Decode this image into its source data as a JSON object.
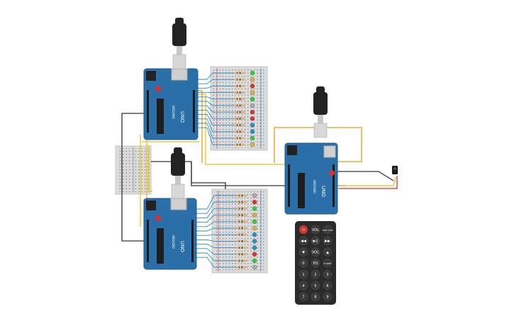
{
  "colors": {
    "board": "#2a6fa8",
    "board_dark": "#1f5a8c",
    "breadboard": "#dcdcdc",
    "wire_yellow": "#e8c21a",
    "wire_orange": "#e89a1a",
    "wire_black": "#333333",
    "wire_red": "#d93030",
    "wire_blue": "#2a8fc8",
    "remote_body": "#2b2b2b",
    "remote_button": "#3a3a3a"
  },
  "boards": [
    {
      "id": "uno-top-left",
      "brand_text": "UNO",
      "logo_text": "ARDUINO"
    },
    {
      "id": "uno-bottom-left",
      "brand_text": "UNO",
      "logo_text": "ARDUINO"
    },
    {
      "id": "uno-right",
      "brand_text": "UNO",
      "logo_text": "ARDUINO"
    }
  ],
  "led_colors_top": [
    "#2ecc40",
    "#d4b24a",
    "#d93030",
    "#d4b24a",
    "#2ecc40",
    "#aaaaaa",
    "#d93030",
    "#d93030",
    "#2a8fc8",
    "#2a8fc8",
    "#2ecc40",
    "#d4b24a"
  ],
  "led_colors_bottom": [
    "#aaaaaa",
    "#d93030",
    "#2ecc40",
    "#d4b24a",
    "#2ecc40",
    "#d4b24a",
    "#2a8fc8",
    "#2a8fc8",
    "#2a8fc8",
    "#d93030",
    "#2ecc40",
    "#aaaaaa"
  ],
  "remote": {
    "rows": [
      [
        {
          "label": "⏻",
          "color": "#d93030"
        },
        {
          "label": "VOL",
          "color": "#3a3a3a"
        },
        {
          "label": "FUNC STOP",
          "color": "#3a3a3a"
        }
      ],
      [
        {
          "label": "◀◀",
          "color": "#3a3a3a"
        },
        {
          "label": "▶||",
          "color": "#3a3a3a"
        },
        {
          "label": "▶▶",
          "color": "#3a3a3a"
        }
      ],
      [
        {
          "label": "▼",
          "color": "#3a3a3a"
        },
        {
          "label": "VOL",
          "color": "#3a3a3a"
        },
        {
          "label": "▲",
          "color": "#3a3a3a"
        }
      ],
      [
        {
          "label": "0",
          "color": "#3a3a3a"
        },
        {
          "label": "EQ",
          "color": "#3a3a3a"
        },
        {
          "label": "ST REPT",
          "color": "#3a3a3a"
        }
      ],
      [
        {
          "label": "1",
          "color": "#3a3a3a"
        },
        {
          "label": "2",
          "color": "#3a3a3a"
        },
        {
          "label": "3",
          "color": "#3a3a3a"
        }
      ],
      [
        {
          "label": "4",
          "color": "#3a3a3a"
        },
        {
          "label": "5",
          "color": "#3a3a3a"
        },
        {
          "label": "6",
          "color": "#3a3a3a"
        }
      ],
      [
        {
          "label": "7",
          "color": "#3a3a3a"
        },
        {
          "label": "8",
          "color": "#3a3a3a"
        },
        {
          "label": "9",
          "color": "#3a3a3a"
        }
      ]
    ]
  }
}
